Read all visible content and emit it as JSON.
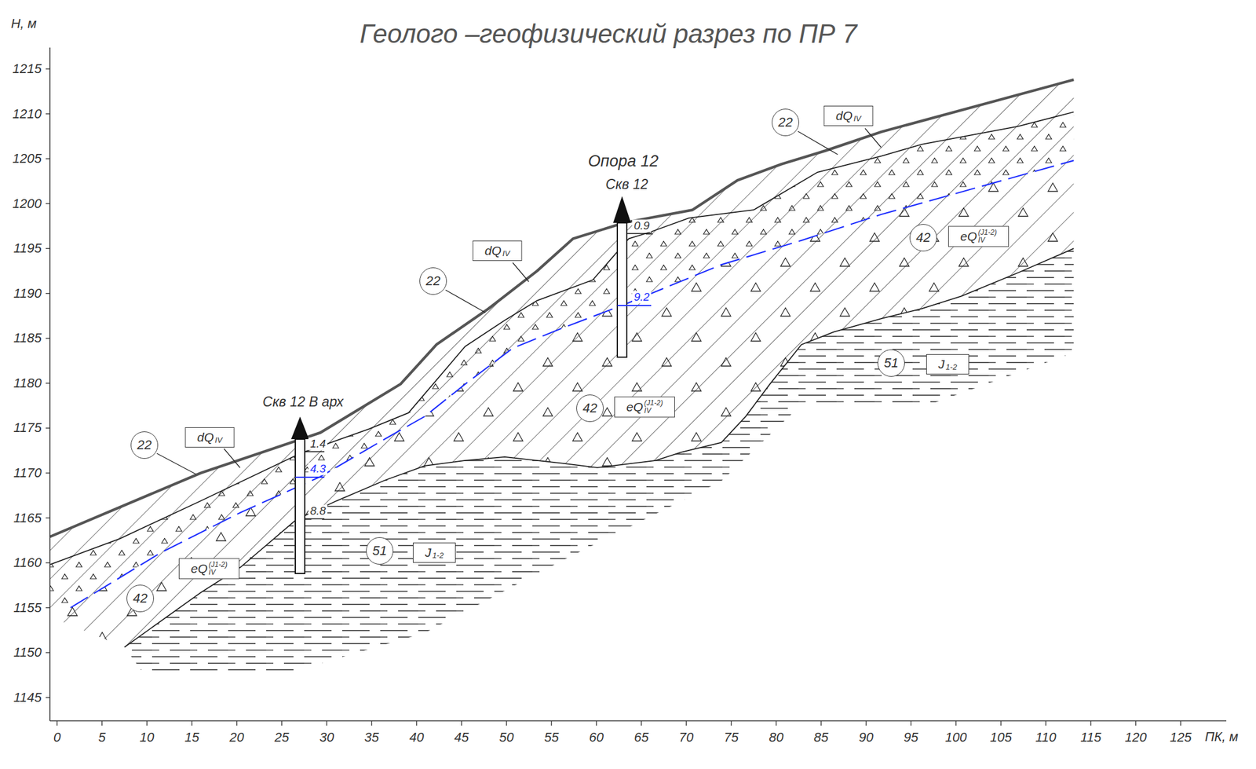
{
  "diagram": {
    "title": "Геолого –геофизический разрез по ПР  7",
    "nodes": [
      {
        "text": [
          "22"
        ]
      },
      {
        "text": [
          "dQ",
          "IV"
        ]
      },
      {
        "text": [
          "42"
        ]
      },
      {
        "text": [
          "eQ",
          "(J1-2)",
          "IV"
        ]
      },
      {
        "text": [
          "22"
        ]
      },
      {
        "text": [
          "dQ",
          "IV"
        ]
      },
      {
        "text": [
          "51"
        ]
      },
      {
        "text": [
          "J",
          "1-2"
        ]
      },
      {
        "text": [
          "42"
        ]
      },
      {
        "text": [
          "eQ",
          "(J1-2)",
          "IV"
        ]
      },
      {
        "text": [
          "22"
        ]
      },
      {
        "text": [
          "dQ",
          "IV"
        ]
      },
      {
        "text": [
          "J",
          "1-2"
        ]
      },
      {
        "text": [
          "51"
        ]
      },
      {
        "text": [
          "eQ",
          "(J1-2)",
          "IV"
        ]
      },
      {
        "text": [
          "42"
        ]
      }
    ],
    "edges": [],
    "labels": [
      "H, м",
      "1215",
      "1210",
      "1205",
      "1200",
      "1195",
      "1190",
      "1185",
      "1180",
      "1175",
      "1170",
      "1165",
      "1160",
      "1155",
      "1150",
      "1145",
      "0",
      "5",
      "10",
      "15",
      "20",
      "25",
      "30",
      "35",
      "40",
      "45",
      "50",
      "55",
      "60",
      "65",
      "70",
      "75",
      "80",
      "85",
      "90",
      "95",
      "100",
      "105",
      "110",
      "115",
      "120",
      "125",
      "ПК, м",
      "Опора  12",
      "Скв 12",
      "Скв 12 В арх",
      "0.9",
      "9.2",
      "1.4",
      "4.3",
      "8.8"
    ]
  }
}
